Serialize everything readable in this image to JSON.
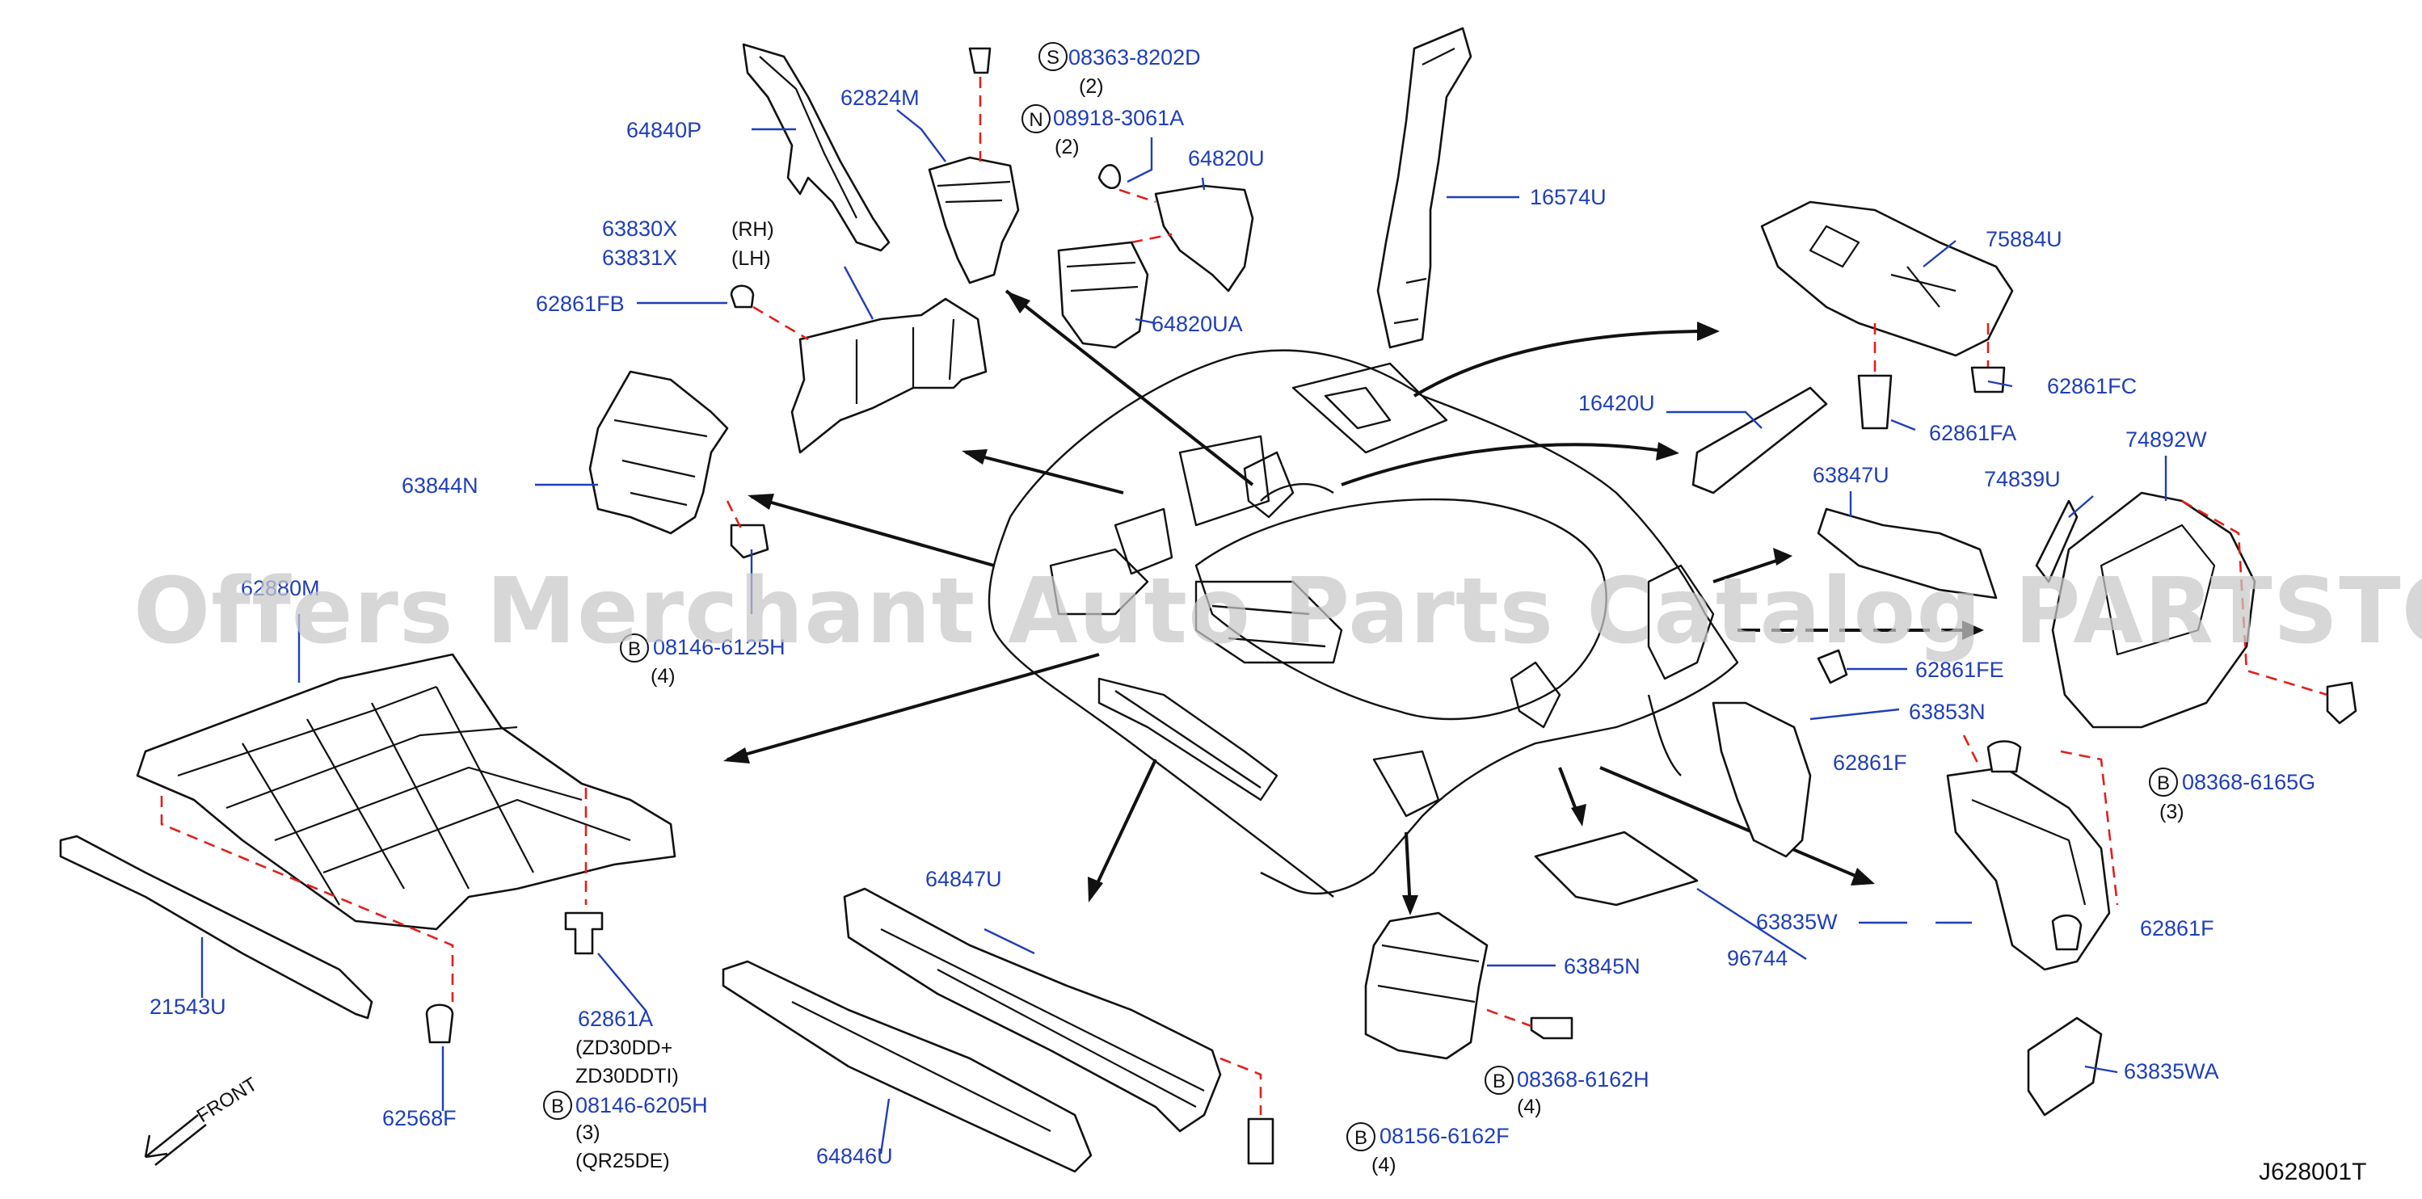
{
  "watermark": "Offers Merchant Auto Parts Catalog PARTSTORE.SA",
  "diagram_code": "J628001T",
  "front_label": "FRONT",
  "labels": {
    "p64840P": "64840P",
    "p62824M": "62824M",
    "p08363": "08363-8202D",
    "p08363_qty": "(2)",
    "p08918": "08918-3061A",
    "p08918_qty": "(2)",
    "p64820U": "64820U",
    "p64820UA": "64820UA",
    "p16574U": "16574U",
    "p63830X": "63830X",
    "p63830X_side": "(RH)",
    "p63831X": "63831X",
    "p63831X_side": "(LH)",
    "p62861FB": "62861FB",
    "p63844N": "63844N",
    "p62880M": "62880M",
    "p08146_6125H": "08146-6125H",
    "p08146_6125H_qty": "(4)",
    "p75884U": "75884U",
    "p62861FC": "62861FC",
    "p16420U": "16420U",
    "p62861FA": "62861FA",
    "p63847U": "63847U",
    "p74839U": "74839U",
    "p74892W": "74892W",
    "p62861FE": "62861FE",
    "p63853N": "63853N",
    "p62861F_1": "62861F",
    "p08368_6165G": "08368-6165G",
    "p08368_6165G_qty": "(3)",
    "p62861F_2": "62861F",
    "p63835W": "63835W",
    "p96744": "96744",
    "p63835WA": "63835WA",
    "p63845N": "63845N",
    "p08368_6162H": "08368-6162H",
    "p08368_6162H_qty": "(4)",
    "p08156_6162F": "08156-6162F",
    "p08156_6162F_qty": "(4)",
    "p64847U": "64847U",
    "p64846U": "64846U",
    "p21543U": "21543U",
    "p62568F": "62568F",
    "p62861A": "62861A",
    "p62861A_note1": "(ZD30DD+",
    "p62861A_note2": "ZD30DDTI)",
    "p08146_6205H": "08146-6205H",
    "p08146_6205H_qty": "(3)",
    "p08146_6205H_note": "(QR25DE)"
  },
  "circles": {
    "s": "S",
    "n": "N",
    "b": "B"
  }
}
